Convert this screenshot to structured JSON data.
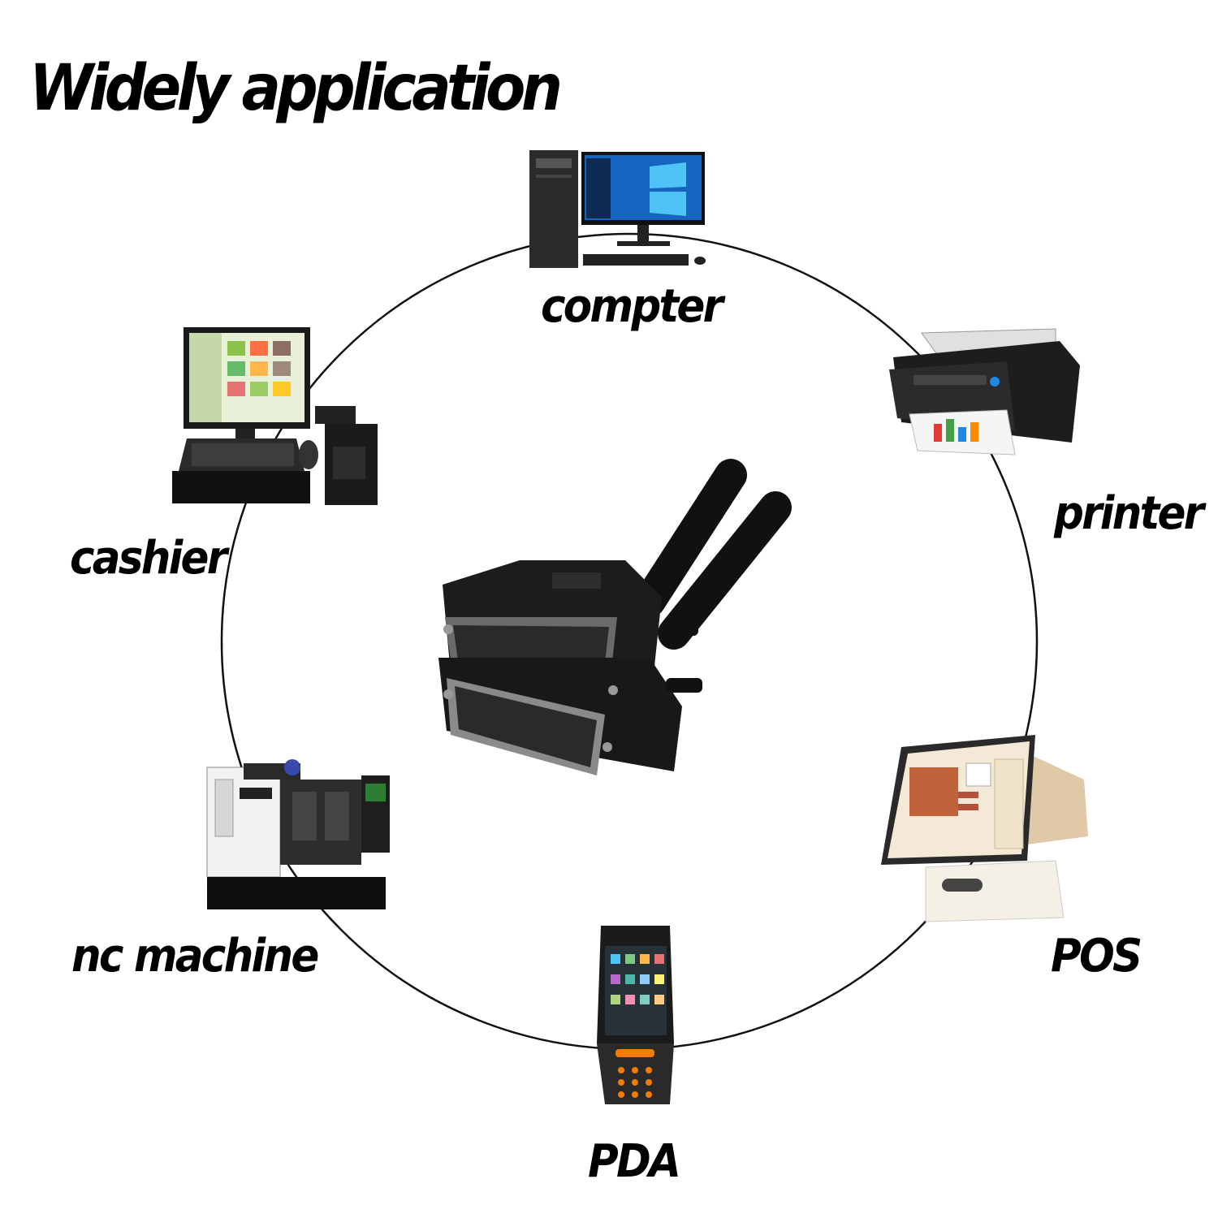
{
  "headline": "Widely application",
  "devices": {
    "computer": "compter",
    "printer": "printer",
    "cashier": "cashier",
    "pos": "POS",
    "nc_machine": "nc machine",
    "pda": "PDA"
  },
  "icons": {
    "center": "db-connector-cable-icon",
    "computer": "desktop-computer-icon",
    "printer": "printer-icon",
    "cashier": "cash-register-icon",
    "pos": "pos-terminal-icon",
    "nc_machine": "cnc-machine-icon",
    "pda": "handheld-pda-icon"
  },
  "colors": {
    "ring": "#111111",
    "device_dark": "#1a1a1a",
    "screen_blue": "#1565c0",
    "label": "#000000"
  }
}
